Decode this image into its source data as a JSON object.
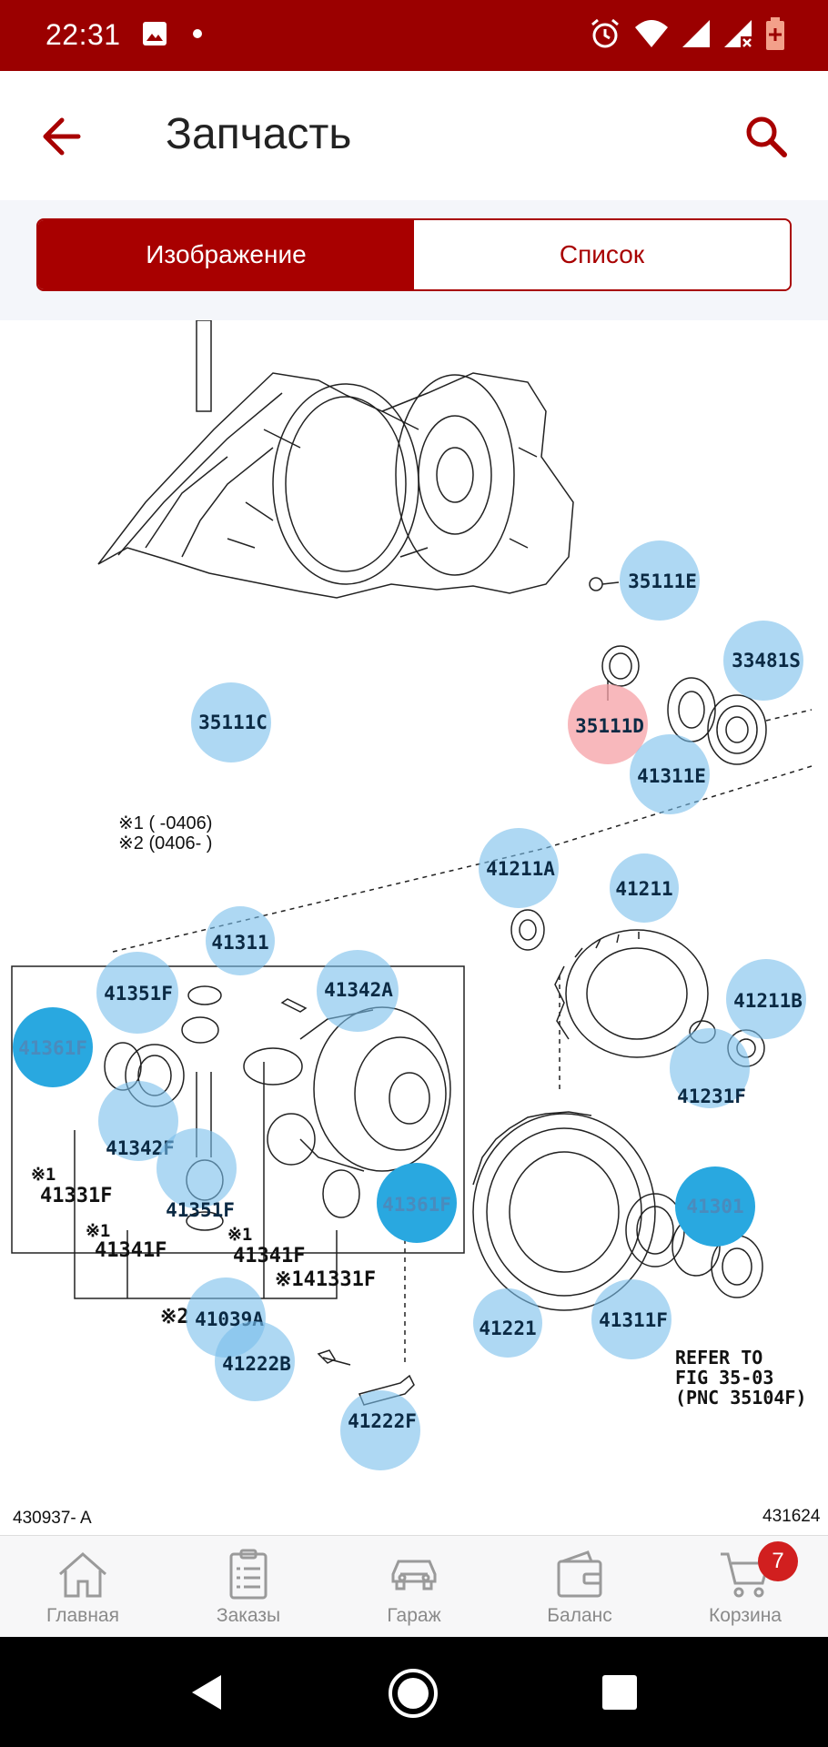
{
  "status_bar": {
    "time": "22:31",
    "icons": [
      "image-icon",
      "dot-icon",
      "alarm-icon",
      "wifi-icon",
      "signal-icon",
      "signal-x-icon",
      "battery-icon"
    ]
  },
  "app_bar": {
    "title": "Запчасть",
    "back_icon": "arrow-back-icon",
    "search_icon": "search-icon"
  },
  "tabs": [
    {
      "label": "Изображение",
      "active": true
    },
    {
      "label": "Список",
      "active": false
    }
  ],
  "diagram": {
    "legend_line1": "※1 (       -0406)",
    "legend_line2": "※2 (0406-        )",
    "code_left": "430937- A",
    "code_right": "431624",
    "refer_note": [
      "REFER TO",
      "FIG 35-03",
      "(PNC 35104F)"
    ],
    "plain_labels": [
      "※1",
      "41331F",
      "※1",
      "41341F",
      "※1",
      "41341F",
      "※141331F",
      "※2"
    ],
    "pins": [
      {
        "id": "35111E",
        "style": "light"
      },
      {
        "id": "33481S",
        "style": "light"
      },
      {
        "id": "35111C",
        "style": "light"
      },
      {
        "id": "35111D",
        "style": "red"
      },
      {
        "id": "41311E",
        "style": "light"
      },
      {
        "id": "41211A",
        "style": "light"
      },
      {
        "id": "41211",
        "style": "light"
      },
      {
        "id": "41311",
        "style": "light"
      },
      {
        "id": "41351F",
        "style": "light"
      },
      {
        "id": "41342A",
        "style": "light"
      },
      {
        "id": "41211B",
        "style": "light"
      },
      {
        "id": "41361F",
        "style": "dark"
      },
      {
        "id": "41231F",
        "style": "light"
      },
      {
        "id": "41342F",
        "style": "light"
      },
      {
        "id": "41351F",
        "style": "light"
      },
      {
        "id": "41361F",
        "style": "dark"
      },
      {
        "id": "41301",
        "style": "dark"
      },
      {
        "id": "41039A",
        "style": "light"
      },
      {
        "id": "41222B",
        "style": "light"
      },
      {
        "id": "41221",
        "style": "light"
      },
      {
        "id": "41311F",
        "style": "light"
      },
      {
        "id": "41222F",
        "style": "light"
      }
    ]
  },
  "bottom_nav": [
    {
      "label": "Главная",
      "icon": "home-icon"
    },
    {
      "label": "Заказы",
      "icon": "orders-icon"
    },
    {
      "label": "Гараж",
      "icon": "car-icon"
    },
    {
      "label": "Баланс",
      "icon": "wallet-icon"
    },
    {
      "label": "Корзина",
      "icon": "cart-icon",
      "badge": "7"
    }
  ],
  "system_nav": [
    "back-triangle-icon",
    "home-circle-icon",
    "recents-square-icon"
  ],
  "colors": {
    "brand": "#9b0000",
    "accent": "#a80000",
    "pin_light": "#78bee8",
    "pin_dark": "#29a8e0",
    "pin_red": "#f5a0a5",
    "badge": "#d11f1f"
  }
}
